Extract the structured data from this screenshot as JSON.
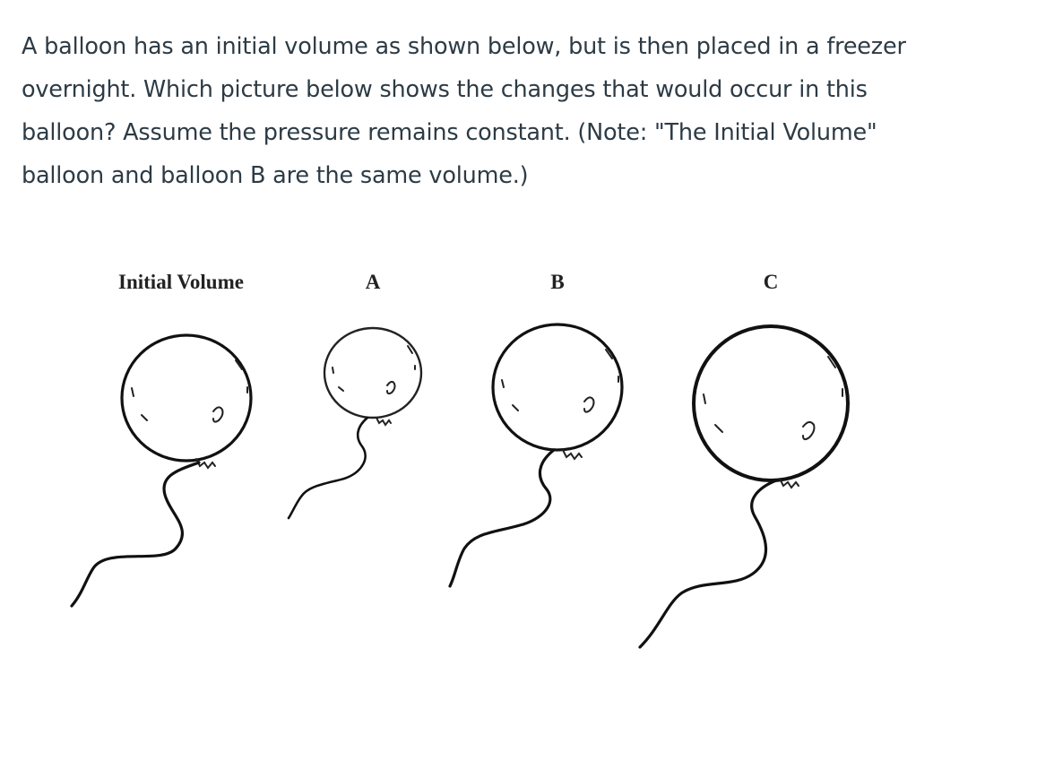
{
  "question": {
    "lines": [
      "A balloon has an initial volume as shown below, but is then placed in a freezer",
      "overnight.  Which picture below shows the changes that would occur in this",
      "balloon?  Assume the pressure remains constant. (Note: \"The Initial Volume\"",
      "balloon and balloon B are the same volume.)"
    ]
  },
  "figure": {
    "labels": {
      "initial": "Initial Volume",
      "a": "A",
      "b": "B",
      "c": "C"
    },
    "balloon_sizes": {
      "initial": "medium",
      "a": "small",
      "b": "medium",
      "c": "large"
    }
  }
}
